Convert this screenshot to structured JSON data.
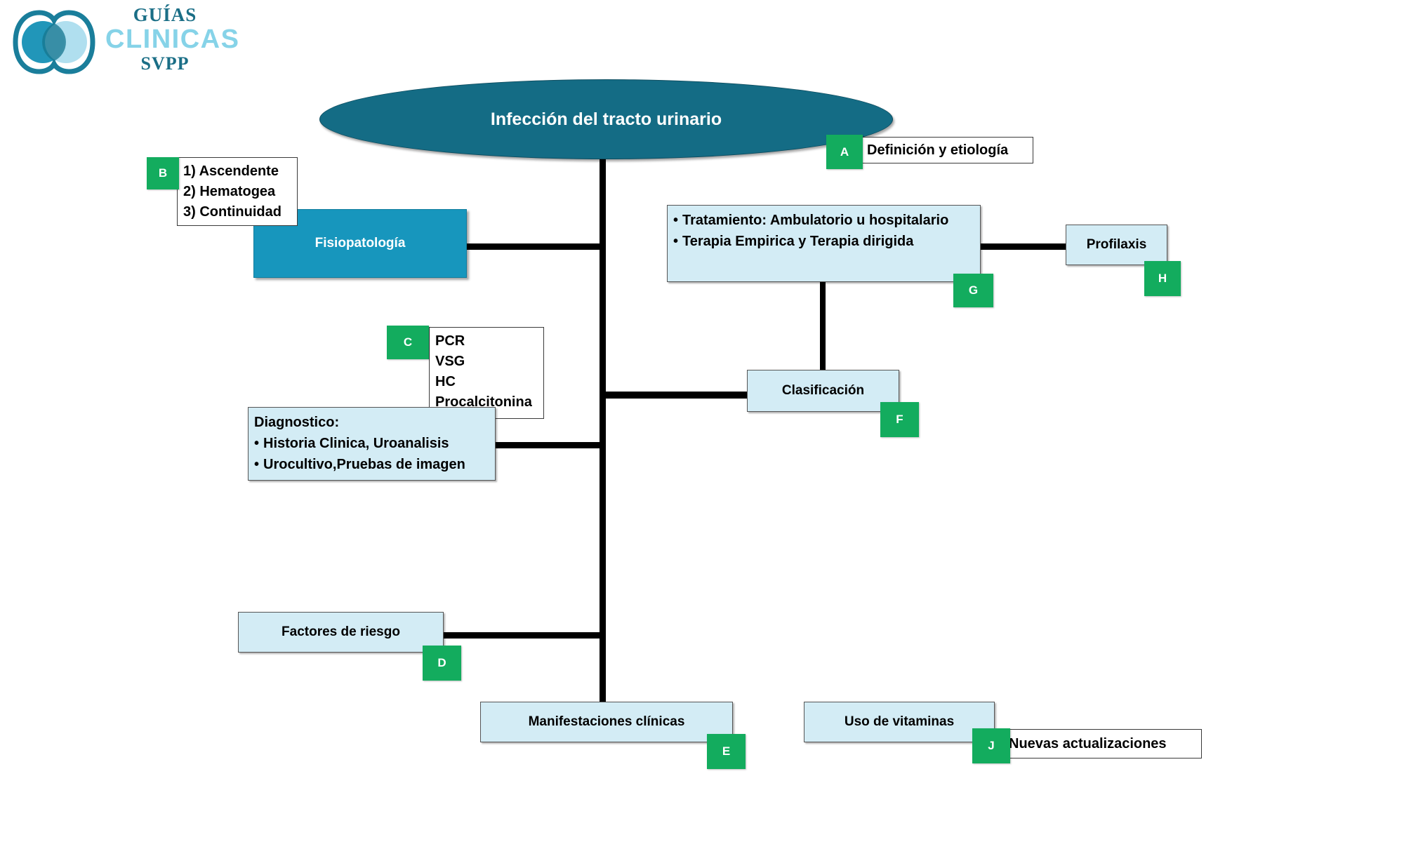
{
  "logo": {
    "line1": "GUÍAS",
    "line2": "CLINICAS",
    "line3": "SVPP",
    "colors": {
      "dark_teal": "#1a6e86",
      "light_blue": "#86d3e8"
    }
  },
  "colors": {
    "root_fill": "#146c85",
    "teal_node": "#1796bd",
    "light_node": "#d3ecf5",
    "badge_green": "#13ac5e",
    "connector": "#000000",
    "text_dark": "#000000",
    "text_light": "#ffffff"
  },
  "root": {
    "title": "Infección del tracto urinario"
  },
  "nodes": {
    "definicion": {
      "label": "Definición y etiología",
      "badge": "A"
    },
    "fisiopatologia": {
      "label": "Fisiopatología",
      "badge": "B"
    },
    "fisiopatologia_list": {
      "items": [
        "1) Ascendente",
        "2) Hematogea",
        "3) Continuidad"
      ]
    },
    "tratamiento": {
      "badge": "G",
      "lines": [
        "Tratamiento: Ambulatorio u hospitalario",
        "Terapia Empirica y Terapia dirigida"
      ]
    },
    "profilaxis": {
      "label": "Profilaxis",
      "badge": "H"
    },
    "laboratorio_list": {
      "badge": "C",
      "items": [
        "PCR",
        "VSG",
        "HC",
        "Procalcitonina"
      ]
    },
    "diagnostico": {
      "heading": "Diagnostico:",
      "lines": [
        "Historia Clinica, Uroanalisis",
        "Urocultivo,Pruebas de imagen"
      ]
    },
    "clasificacion": {
      "label": "Clasificación",
      "badge": "F"
    },
    "factores_riesgo": {
      "label": "Factores de riesgo",
      "badge": "D"
    },
    "manifestaciones": {
      "label": "Manifestaciones clínicas",
      "badge": "E"
    },
    "uso_vitaminas": {
      "label": "Uso de vitaminas",
      "badge": "J"
    },
    "nuevas_actualizaciones": {
      "label": "Nuevas actualizaciones"
    }
  }
}
